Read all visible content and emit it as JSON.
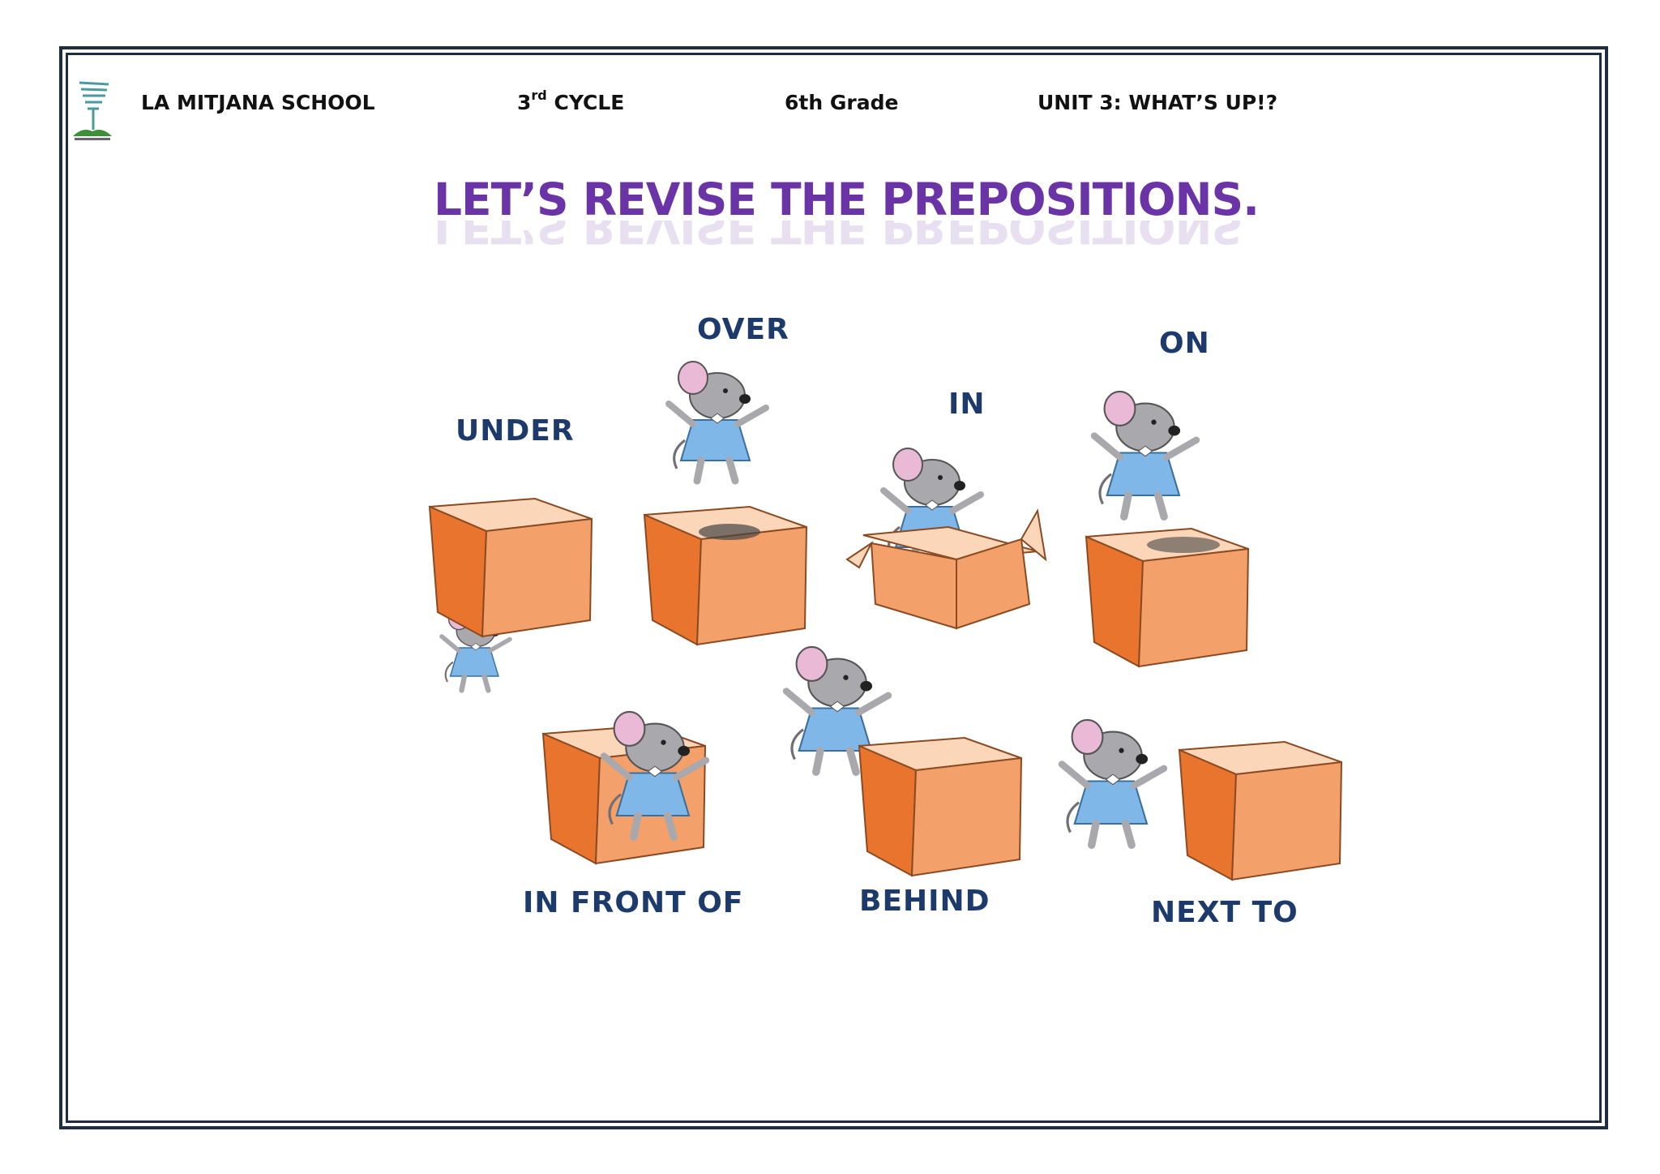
{
  "header": {
    "school": "LA MITJANA SCHOOL",
    "cycle_num": "3",
    "cycle_sup": "rd",
    "cycle_word": "CYCLE",
    "grade": "6th Grade",
    "unit": "UNIT 3: WHAT’S UP!?"
  },
  "logo": {
    "icon": "school-tree-logo-icon"
  },
  "title": "LET’S REVISE THE PREPOSITIONS.",
  "prepositions": {
    "under": "UNDER",
    "over": "OVER",
    "in": "IN",
    "on": "ON",
    "in_front_of": "IN FRONT OF",
    "behind": "BEHIND",
    "next_to": "NEXT TO"
  },
  "colors": {
    "frame": "#1f2d44",
    "title": "#6a33a6",
    "labels": "#1c3a6b",
    "box_front": "#f4a06a",
    "box_side": "#e8742e",
    "box_top": "#fcd6b8",
    "mouse": "#a9a9ad",
    "dress": "#7fb8e8"
  }
}
